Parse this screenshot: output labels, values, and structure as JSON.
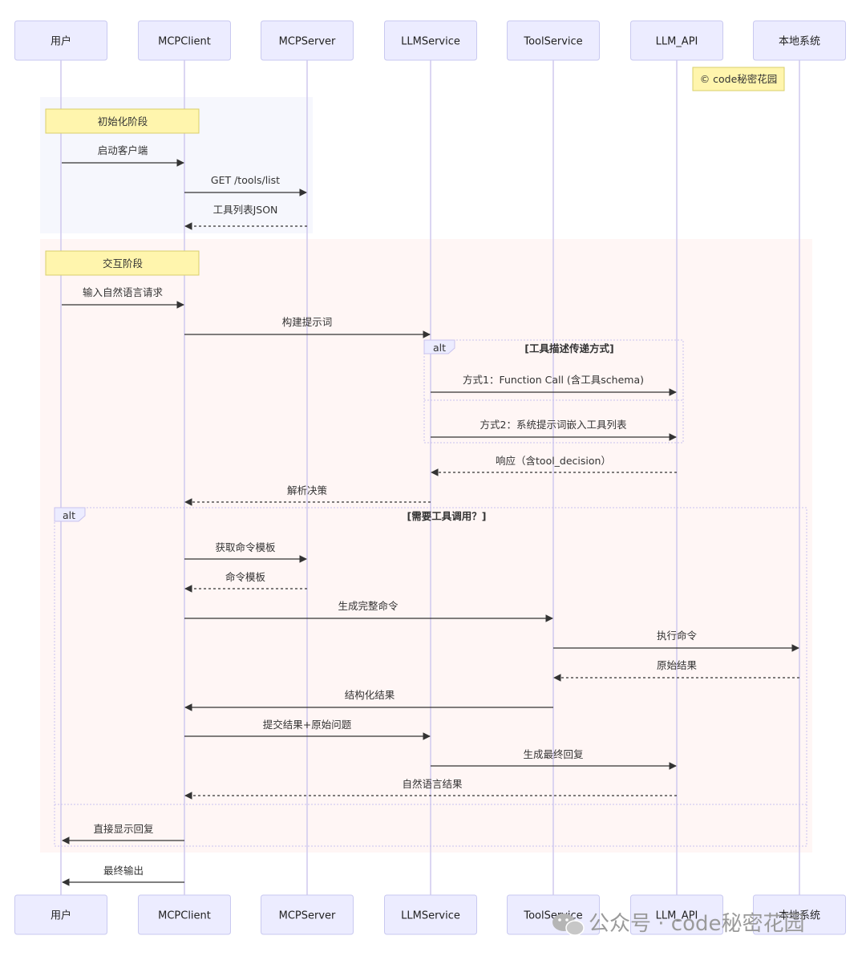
{
  "participants": [
    "用户",
    "MCPClient",
    "MCPServer",
    "LLMService",
    "ToolService",
    "LLM_API",
    "本地系统"
  ],
  "copyright_note": "© code秘密花园",
  "init_phase": {
    "title": "初始化阶段",
    "messages": [
      "启动客户端",
      "GET /tools/list",
      "工具列表JSON"
    ]
  },
  "interact_phase": {
    "title": "交互阶段",
    "messages": [
      "输入自然语言请求",
      "构建提示词"
    ],
    "alt1": {
      "tag": "alt",
      "condition": "[工具描述传递方式]",
      "options": [
        "方式1：Function Call (含工具schema)",
        "方式2：系统提示词嵌入工具列表"
      ]
    },
    "after_alt1": [
      "响应（含tool_decision）",
      "解析决策"
    ],
    "alt2": {
      "tag": "alt",
      "condition": "[需要工具调用？]",
      "branch1": [
        "获取命令模板",
        "命令模板",
        "生成完整命令",
        "执行命令",
        "原始结果",
        "结构化结果",
        "提交结果+原始问题",
        "生成最终回复",
        "自然语言结果"
      ],
      "branch2": [
        "直接显示回复"
      ]
    },
    "final": "最终输出"
  },
  "watermark": "公众号 · code秘密花园",
  "colors": {
    "actor_fill": "#ececff",
    "actor_border": "#c9c9f0",
    "lifeline": "#cfc9ee",
    "init_bg": "#f6f7fd",
    "interact_bg": "#fff6f5",
    "note_fill": "#fff5ad",
    "note_border": "#d9cf6a",
    "arrow": "#333333",
    "alt_border": "#c8c2ee"
  }
}
